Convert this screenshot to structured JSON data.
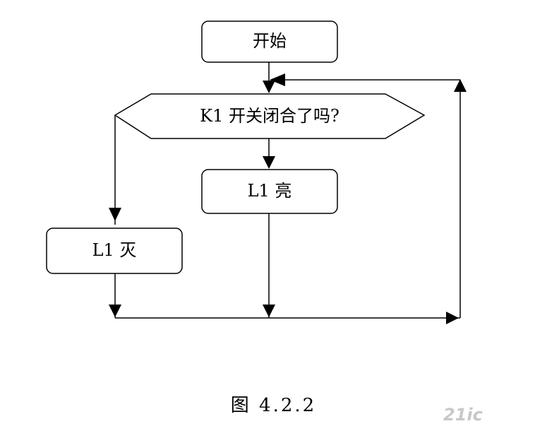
{
  "flowchart": {
    "nodes": {
      "start": "开始",
      "decision": "K1 开关闭合了吗?",
      "l1_on": "L1 亮",
      "l1_off": "L1 灭"
    }
  },
  "caption": "图 4.2.2",
  "watermark": "21ic"
}
